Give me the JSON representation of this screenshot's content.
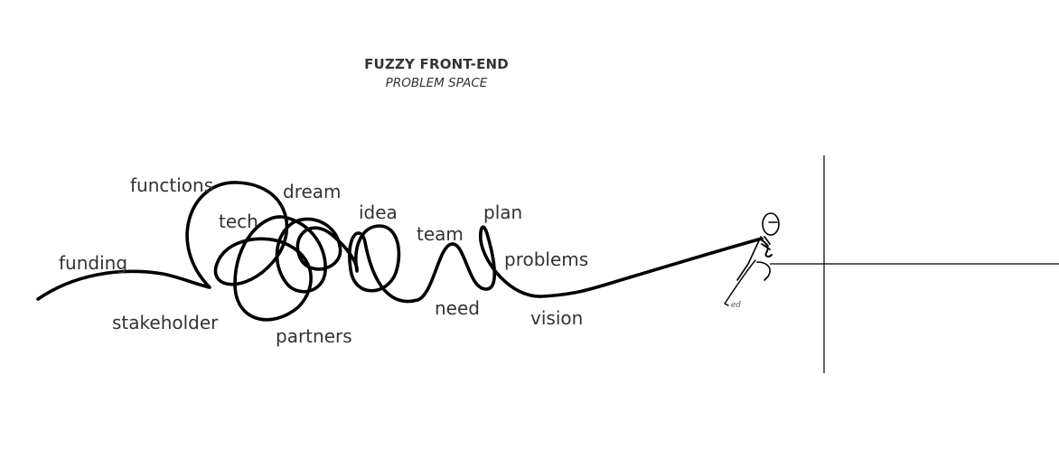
{
  "title": "FUZZY FRONT-END",
  "subtitle": "PROBLEM SPACE",
  "words": {
    "functions": "functions",
    "dream": "dream",
    "tech": "tech",
    "idea": "idea",
    "plan": "plan",
    "team": "team",
    "funding": "funding",
    "problems": "problems",
    "stakeholder": "stakeholder",
    "partners": "partners",
    "need": "need",
    "vision": "vision"
  },
  "signature": "ed"
}
